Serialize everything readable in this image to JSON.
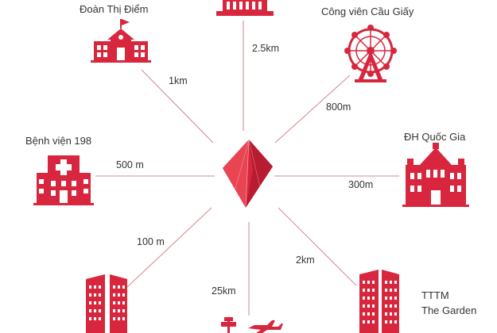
{
  "colors": {
    "brand_red": "#D7263D",
    "brand_red_dark": "#A3172A",
    "line": "#D88A93",
    "text": "#333333"
  },
  "center": {
    "icon": "red-diamond-logo-icon"
  },
  "places": [
    {
      "key": "school",
      "label": "Đoàn Thị Điểm",
      "distance": "1km",
      "icon": "school-building-icon"
    },
    {
      "key": "monument",
      "label": "",
      "distance": "2.5km",
      "icon": "monument-building-icon"
    },
    {
      "key": "park",
      "label": "Công viên Cầu Giấy",
      "distance": "800m",
      "icon": "ferris-wheel-icon"
    },
    {
      "key": "hospital",
      "label": "Bệnh viện 198",
      "distance": "500 m",
      "icon": "hospital-building-icon"
    },
    {
      "key": "univ",
      "label": "ĐH Quốc Gia",
      "distance": "300m",
      "icon": "university-building-icon"
    },
    {
      "key": "towers",
      "label": "",
      "distance": "100 m",
      "icon": "twin-towers-icon"
    },
    {
      "key": "airport",
      "label": "",
      "distance": "25km",
      "icon": "airport-plane-icon"
    },
    {
      "key": "mall",
      "label": "TTTM",
      "label2": "The Garden",
      "distance": "2km",
      "icon": "mall-towers-icon"
    }
  ]
}
